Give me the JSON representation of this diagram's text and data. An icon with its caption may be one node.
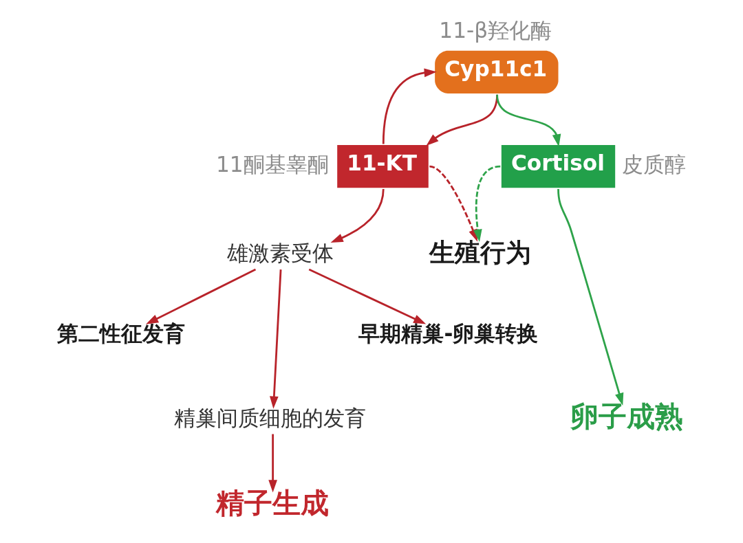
{
  "diagram": {
    "nodes": [
      {
        "text": [
          "Cyp11c1"
        ],
        "beside": [
          "11-β羟化酶"
        ]
      },
      {
        "text": [
          "11-KT"
        ],
        "beside": [
          "11酮基睾酮"
        ]
      },
      {
        "text": [
          "生殖行为"
        ]
      },
      {
        "text": [
          "Cortisol"
        ],
        "beside": [
          "皮质醇"
        ]
      },
      {
        "text": [
          "雄激素受体"
        ]
      },
      {
        "text": [
          "第二性征发育"
        ]
      },
      {
        "text": [
          "早期精巢-卵巢转换"
        ]
      },
      {
        "text": [
          "精巢间质细胞的发育"
        ]
      },
      {
        "text": [
          "卵子成熟"
        ]
      },
      {
        "text": [
          "精子生成"
        ]
      }
    ],
    "edges": [
      {
        "from": 0,
        "to": 1,
        "arrow": "to"
      },
      {
        "from": 1,
        "to": 0,
        "arrow": "to"
      },
      {
        "from": 0,
        "to": 3,
        "arrow": "to",
        "color": "#2ea34a"
      },
      {
        "from": 1,
        "to": 2,
        "arrow": "to",
        "style": "dashed"
      },
      {
        "from": 3,
        "to": 2,
        "arrow": "to",
        "style": "dashed",
        "color": "#2ea34a"
      },
      {
        "from": 1,
        "to": 4,
        "arrow": "to"
      },
      {
        "from": 4,
        "to": 5,
        "arrow": "to"
      },
      {
        "from": 4,
        "to": 7,
        "arrow": "to"
      },
      {
        "from": 4,
        "to": 6,
        "arrow": "to"
      },
      {
        "from": 7,
        "to": 9,
        "arrow": "to"
      },
      {
        "from": 3,
        "to": 8,
        "arrow": "to",
        "color": "#2ea34a"
      }
    ]
  }
}
